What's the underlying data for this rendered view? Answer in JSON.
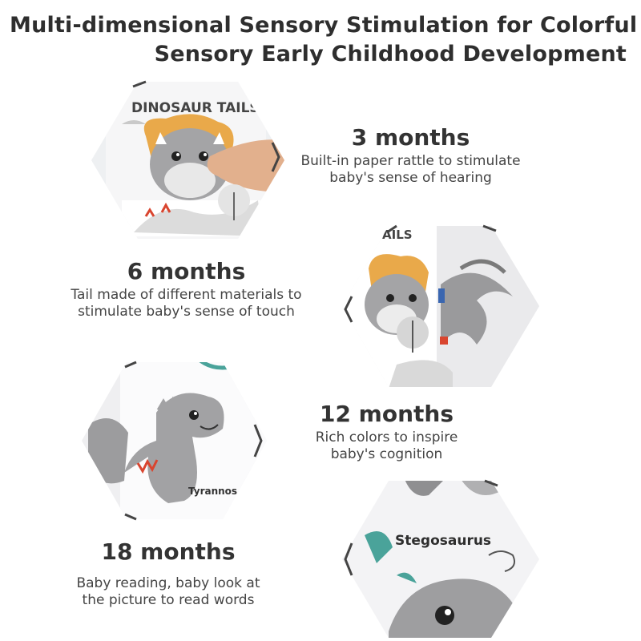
{
  "title": {
    "line1": "Multi-dimensional Sensory Stimulation for Colorful",
    "line2": "Sensory Early Childhood Development"
  },
  "stages": [
    {
      "months": "3 months",
      "desc1": "Built-in paper rattle to stimulate",
      "desc2": "baby's sense of hearing"
    },
    {
      "months": "6 months",
      "desc1": "Tail made of different materials to",
      "desc2": "stimulate baby's sense of touch"
    },
    {
      "months": "12 months",
      "desc1": "Rich colors to inspire",
      "desc2": "baby's cognition"
    },
    {
      "months": "18 months",
      "desc1": "Baby reading, baby look at",
      "desc2": "the picture to read words"
    }
  ],
  "photos": {
    "p1": {
      "book_title": "DINOSAUR TAILS",
      "subject": "dinosaur-plush-head"
    },
    "p2": {
      "book_title": "AILS",
      "subject": "dinosaur-tail-page"
    },
    "p3": {
      "book_title": "Tyrannos",
      "subject": "tyrannosaurus-page"
    },
    "p4": {
      "book_title": "Stegosaurus",
      "subject": "stegosaurus-page"
    }
  },
  "colors": {
    "text": "#2e2e2e",
    "frame": "#555555",
    "accent_orange": "#e9a94a",
    "accent_teal": "#4aa39a",
    "accent_red": "#d9452f"
  }
}
